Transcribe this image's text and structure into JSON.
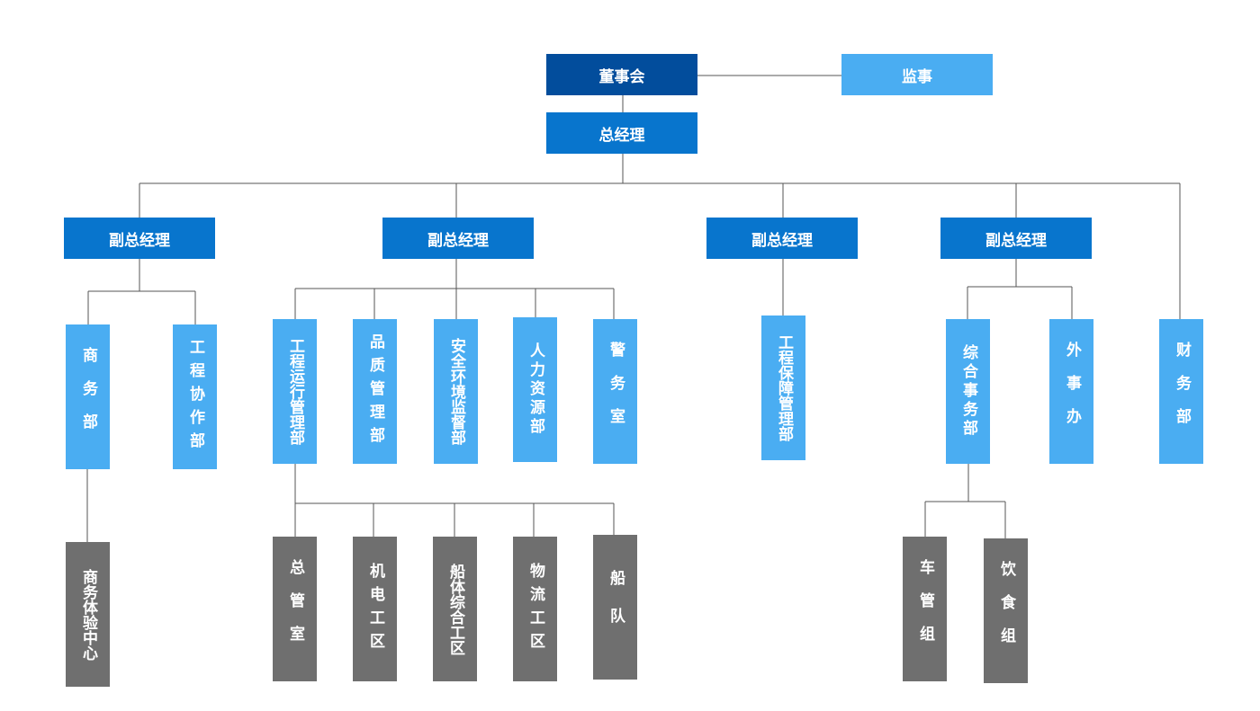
{
  "colors": {
    "board": "#024d9c",
    "general_manager": "#0875cd",
    "department": "#4aadf2",
    "unit": "#6f6f6f",
    "connector": "#555555"
  },
  "org": {
    "board": "董事会",
    "supervisor": "监事",
    "general_manager": "总经理",
    "vice_presidents": [
      "副总经理",
      "副总经理",
      "副总经理",
      "副总经理"
    ],
    "departments": {
      "business": "商务部",
      "engineering_coop": "工程协作部",
      "engineering_ops": "工程运行管理部",
      "quality": "品质管理部",
      "hse": "安全环境监督部",
      "hr": "人力资源部",
      "police": "警务室",
      "equipment": "工程保障管理部",
      "general_affairs": "综合事务部",
      "external_affairs": "外事办",
      "finance": "财务部"
    },
    "units": {
      "experience_center": "商务体验中心",
      "general_office": "总管室",
      "mech_elec": "机电工区",
      "hull": "船体综合工区",
      "logistics": "物流工区",
      "fleet": "船队",
      "vehicle": "车管组",
      "catering": "饮食组"
    }
  }
}
